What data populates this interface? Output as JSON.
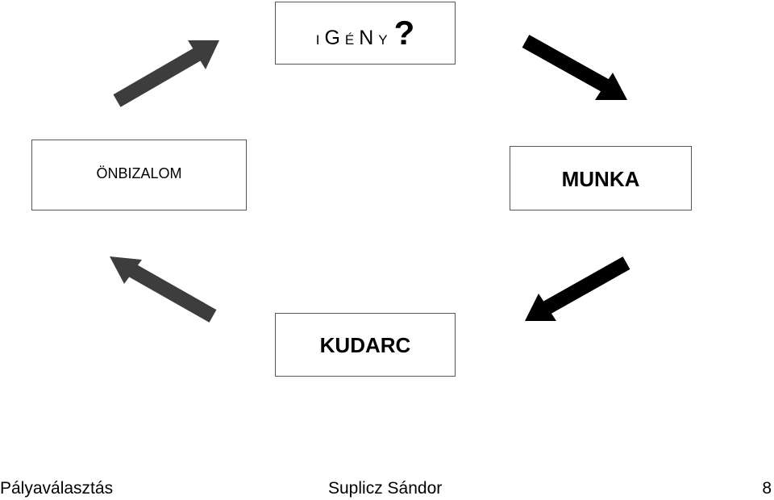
{
  "diagram": {
    "igeny_letters": [
      "I",
      "G",
      "É",
      "N",
      "Y",
      "?"
    ],
    "onbizalom": "ÖNBIZALOM",
    "munka": "MUNKA",
    "kudarc": "KUDARC"
  },
  "footer": {
    "left": "Pályaválasztás",
    "center": "Suplicz Sándor",
    "page": "8"
  },
  "colors": {
    "arrow_dark": "#000000",
    "arrow_gray": "#3d3d3d",
    "box_border": "#555555"
  },
  "icons": [
    "arrow-up-right-icon",
    "arrow-down-right-icon",
    "arrow-down-left-icon",
    "arrow-up-left-icon"
  ]
}
